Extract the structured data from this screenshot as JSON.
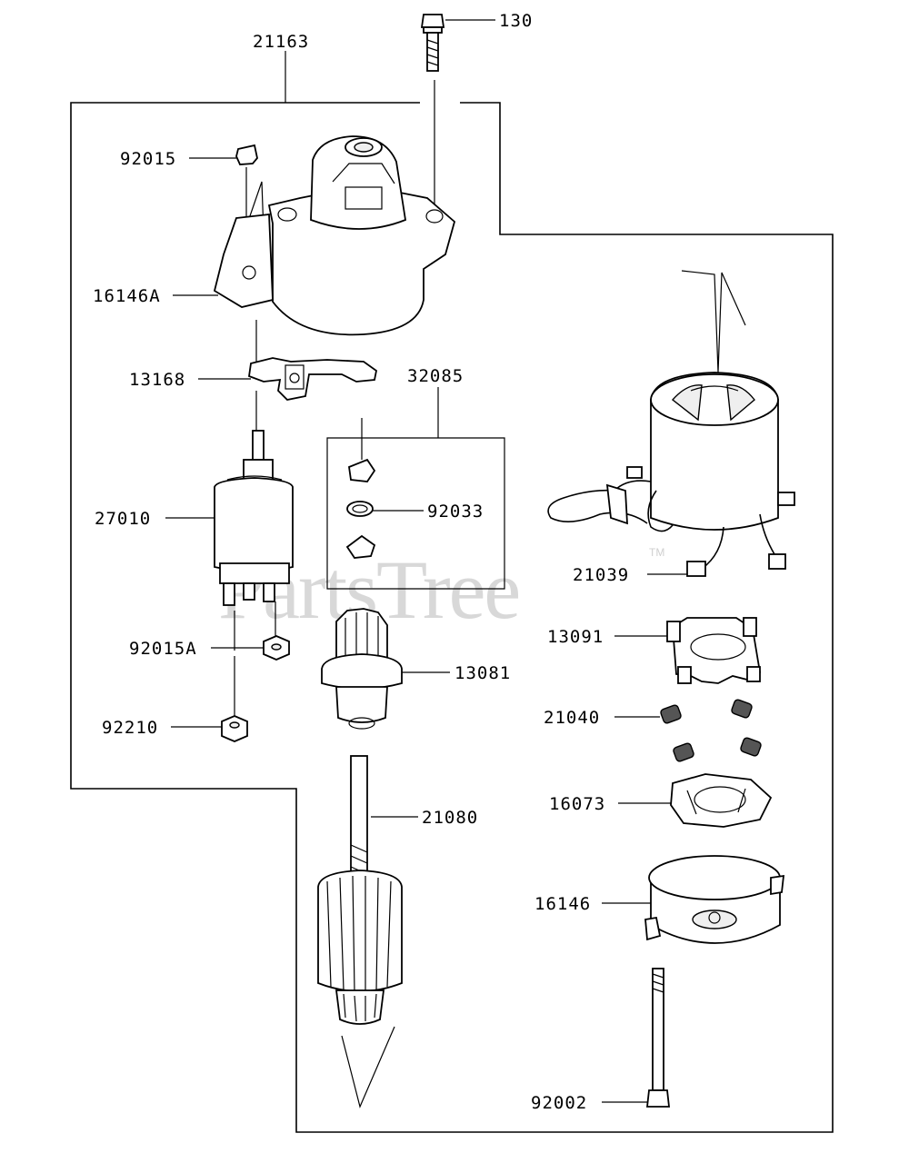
{
  "watermark": {
    "text": "PartsTree",
    "tm": "TM"
  },
  "labels": {
    "l130": "130",
    "l21163": "21163",
    "l92015": "92015",
    "l16146A": "16146A",
    "l13168": "13168",
    "l32085": "32085",
    "l27010": "27010",
    "l92033": "92033",
    "l21039": "21039",
    "l13091": "13091",
    "l92015A": "92015A",
    "l13081": "13081",
    "l92210": "92210",
    "l21040": "21040",
    "l16073": "16073",
    "l21080": "21080",
    "l16146": "16146",
    "l92002": "92002"
  }
}
